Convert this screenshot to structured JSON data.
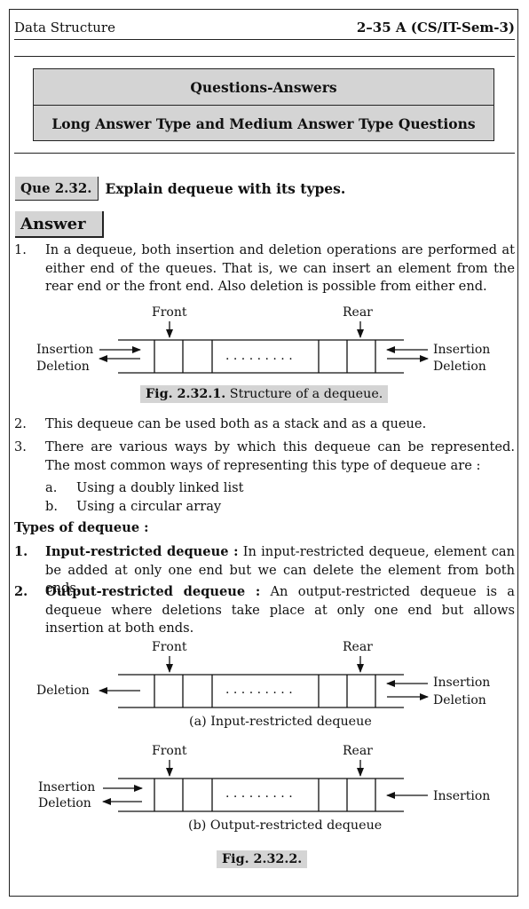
{
  "header": {
    "left": "Data Structure",
    "right": "2–35 A (CS/IT-Sem-3)"
  },
  "qa_box": {
    "title": "Questions-Answers",
    "subtitle": "Long Answer Type and Medium Answer Type Questions"
  },
  "question": {
    "label": "Que 2.32.",
    "text": "Explain dequeue with its types."
  },
  "answer_label": "Answer",
  "points": [
    {
      "num": "1.",
      "text": "In a dequeue, both insertion and deletion operations are performed at either end of the queues. That is, we can insert an element from the rear end or the front end. Also deletion is possible from either end."
    },
    {
      "num": "2.",
      "text": "This dequeue can be used both as a stack and as a queue."
    },
    {
      "num": "3.",
      "text": "There are various ways by which this dequeue can be represented. The most common ways of representing this type of dequeue are :"
    }
  ],
  "subpoints": [
    {
      "num": "a.",
      "text": "Using a doubly linked list"
    },
    {
      "num": "b.",
      "text": "Using a circular array"
    }
  ],
  "types_heading": "Types of dequeue :",
  "types": [
    {
      "num": "1.",
      "term": "Input-restricted dequeue :",
      "text": " In input-restricted dequeue, element can be added at only one end but we can delete the element from both ends."
    },
    {
      "num": "2.",
      "term": "Output-restricted dequeue :",
      "text": " An output-restricted dequeue is a dequeue where deletions take place at only one end but allows insertion at both ends."
    }
  ],
  "figures": {
    "front": "Front",
    "rear": "Rear",
    "dots": ". . . . . . . . .",
    "insertion": "Insertion",
    "deletion": "Deletion",
    "fig1_caption_bold": "Fig. 2.32.1.",
    "fig1_caption_text": " Structure of a dequeue.",
    "sub_a_caption": "(a) Input-restricted dequeue",
    "sub_b_caption": "(b) Output-restricted dequeue",
    "fig2_caption": "Fig. 2.32.2."
  }
}
